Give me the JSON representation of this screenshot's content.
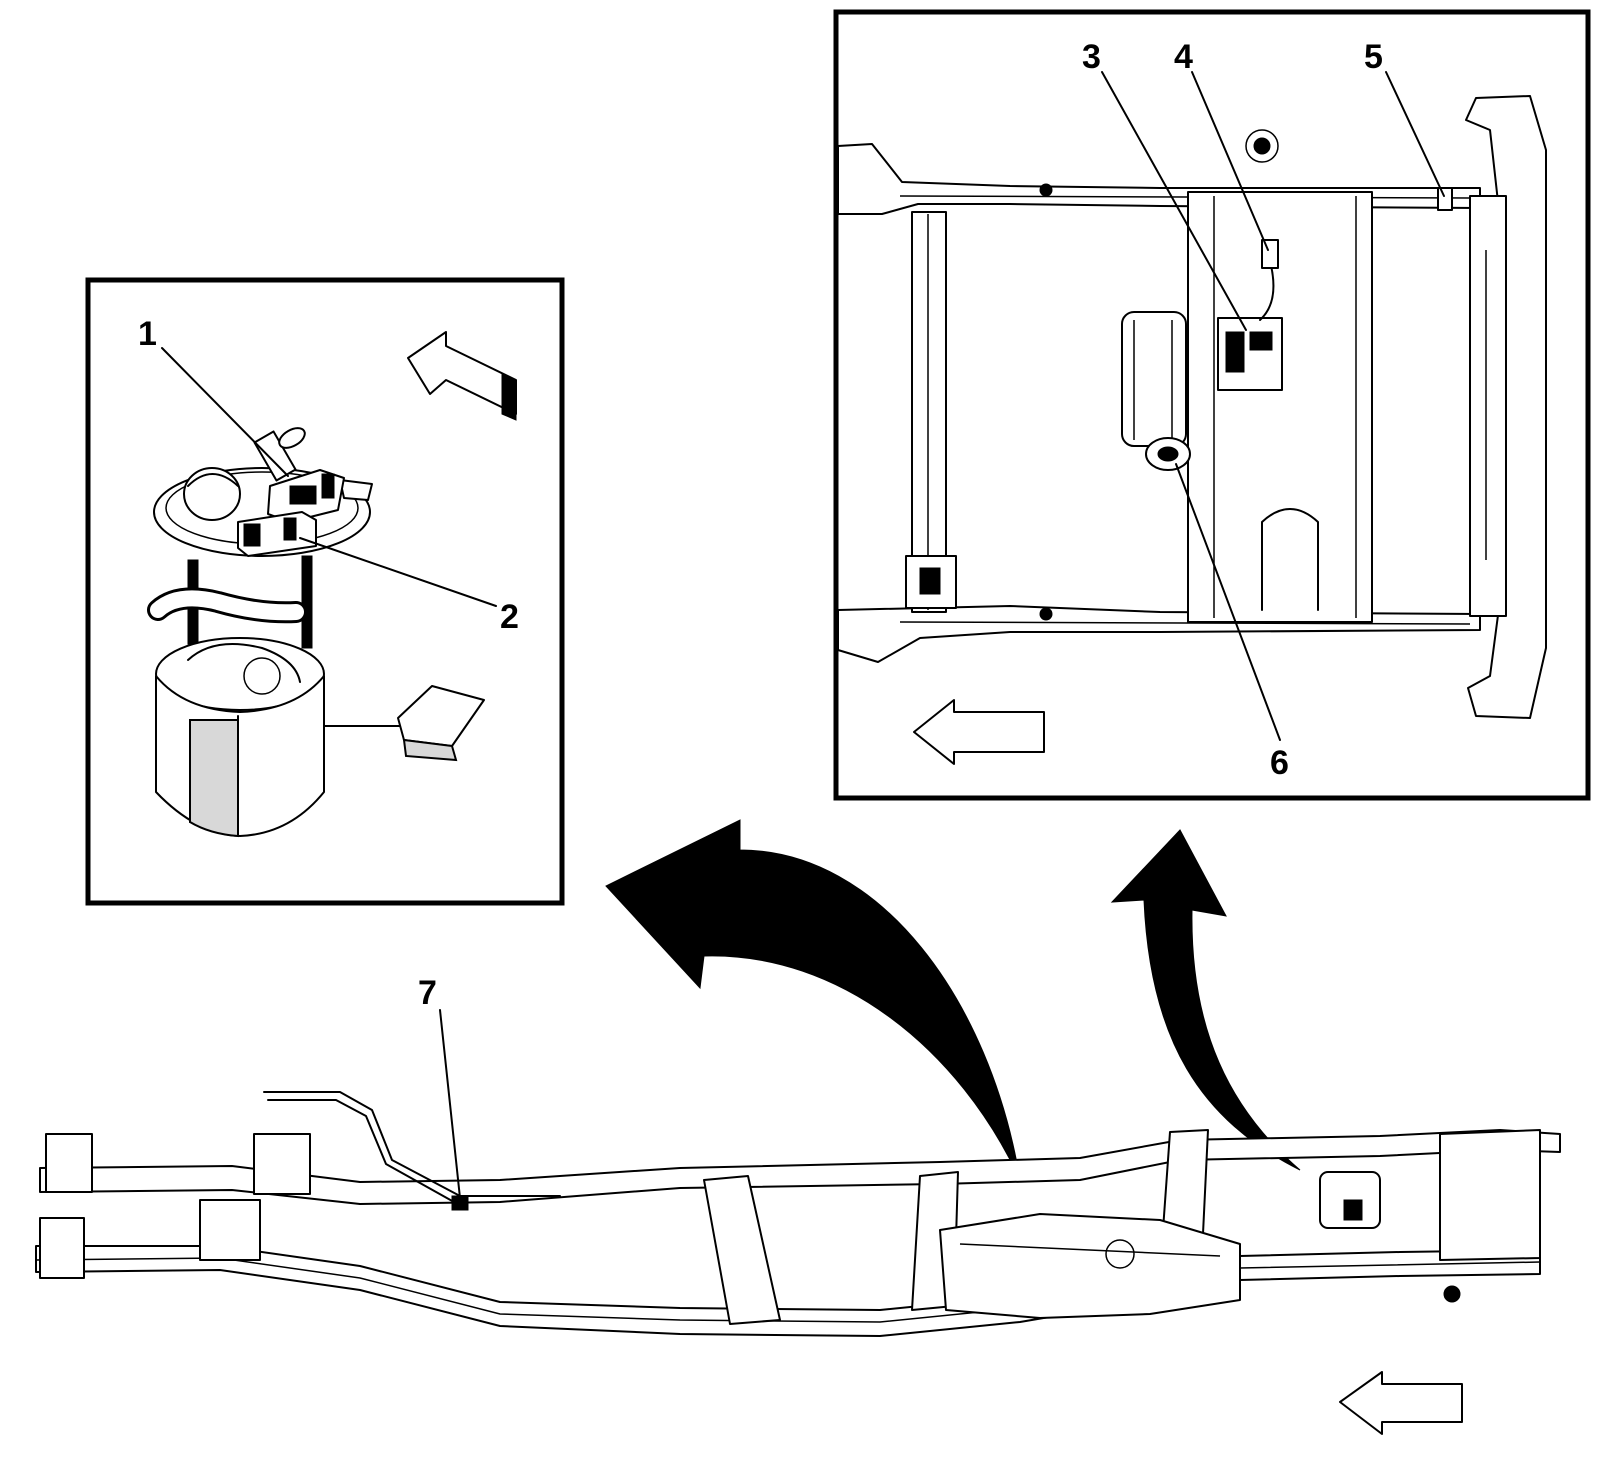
{
  "callouts": {
    "c1": "1",
    "c2": "2",
    "c3": "3",
    "c4": "4",
    "c5": "5",
    "c6": "6",
    "c7": "7"
  },
  "icons": {
    "direction_arrow": "direction-arrow-icon",
    "curved_arrow": "curved-arrow-icon"
  },
  "colors": {
    "line": "#000000",
    "background": "#ffffff"
  }
}
